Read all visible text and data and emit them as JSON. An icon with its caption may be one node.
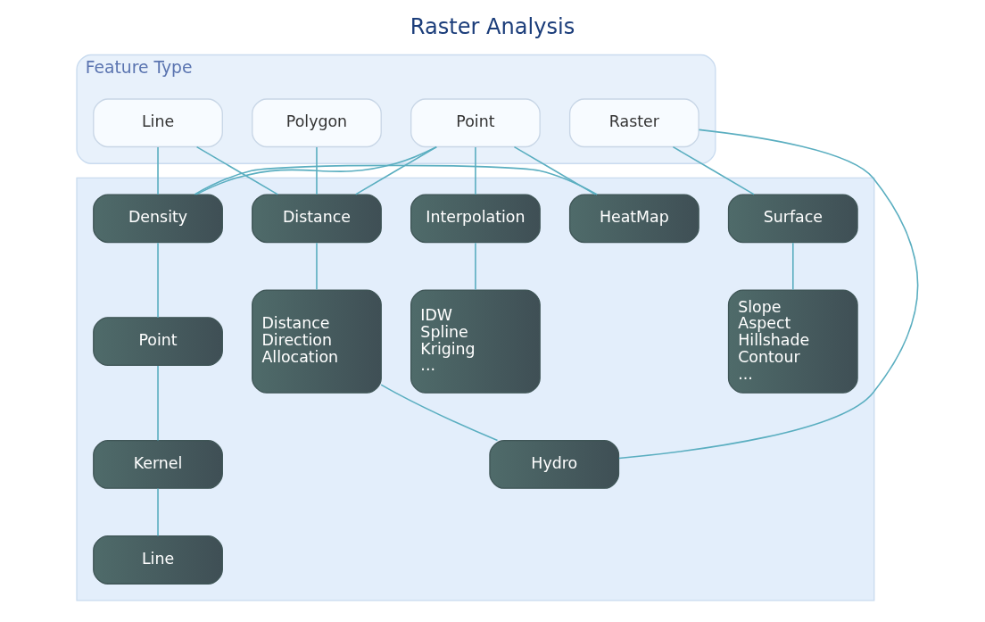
{
  "diagram": {
    "title": "Raster Analysis",
    "nodes": [
      {
        "text": [
          "Feature Type"
        ]
      },
      {
        "text": [
          "Point"
        ],
        "in": 0
      },
      {
        "text": [
          "Line"
        ],
        "in": 0
      },
      {
        "text": [
          "Polygon"
        ],
        "in": 0
      },
      {
        "text": [
          "Raster"
        ],
        "in": 0
      },
      {
        "text": [],
        "shape": "box"
      },
      {
        "text": [
          "Density"
        ],
        "in": 5
      },
      {
        "text": [
          "HeatMap"
        ],
        "in": 5
      },
      {
        "text": [
          "Interpolation"
        ],
        "in": 5
      },
      {
        "text": [
          "Distance"
        ],
        "in": 5
      },
      {
        "text": [
          "Surface"
        ],
        "in": 5
      },
      {
        "text": [
          "Point"
        ],
        "in": 5
      },
      {
        "text": [
          "IDW Spline Kriging ..."
        ],
        "in": 5
      },
      {
        "text": [
          "Distance Direction Allocation"
        ],
        "in": 5
      },
      {
        "text": [
          "Slope Aspect Hillshade Contour ..."
        ],
        "in": 5
      },
      {
        "text": [
          "Kernel"
        ],
        "in": 5
      },
      {
        "text": [
          "Line"
        ],
        "in": 5
      },
      {
        "text": [
          "Hydro"
        ],
        "in": 5
      }
    ],
    "edges": [
      {
        "from": 1,
        "to": 6,
        "arrow": "none"
      },
      {
        "from": 1,
        "to": 7,
        "arrow": "none"
      },
      {
        "from": 1,
        "to": 8,
        "arrow": "none"
      },
      {
        "from": 1,
        "to": 9,
        "arrow": "none"
      },
      {
        "from": 2,
        "to": 6,
        "arrow": "none"
      },
      {
        "from": 2,
        "to": 9,
        "arrow": "none"
      },
      {
        "from": 3,
        "to": 9,
        "arrow": "none"
      },
      {
        "from": 4,
        "to": 17,
        "arrow": "none"
      },
      {
        "from": 4,
        "to": 10,
        "arrow": "none"
      },
      {
        "from": 6,
        "to": 7,
        "arrow": "none"
      },
      {
        "from": 6,
        "to": 11,
        "arrow": "none"
      },
      {
        "from": 11,
        "to": 15,
        "arrow": "none"
      },
      {
        "from": 15,
        "to": 16,
        "arrow": "none"
      },
      {
        "from": 8,
        "to": 12,
        "arrow": "none"
      },
      {
        "from": 9,
        "to": 13,
        "arrow": "none"
      },
      {
        "from": 13,
        "to": 17,
        "arrow": "none"
      },
      {
        "from": 10,
        "to": 14,
        "arrow": "none"
      }
    ]
  }
}
